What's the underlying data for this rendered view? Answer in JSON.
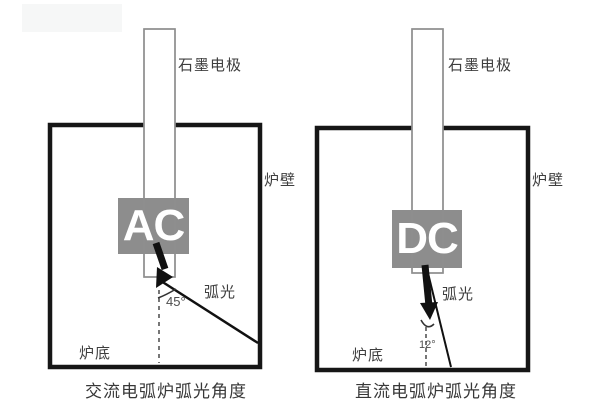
{
  "page": {
    "background": "#ffffff",
    "description": "Comparison diagram of arc angles in AC vs DC electric arc furnaces"
  },
  "colors": {
    "furnace_border": "#161616",
    "electrode_outline": "#8f8f8f",
    "badge_fill": "#8d8d8d",
    "badge_text": "#ffffff",
    "arc_stroke": "#111111",
    "dashed_line": "#555555",
    "text": "#3e3e3e"
  },
  "diagrams": [
    {
      "id": "ac-furnace",
      "current_label": "AC",
      "electrode_label": "石墨电极",
      "wall_label": "炉壁",
      "bottom_label": "炉底",
      "arc_label": "弧光",
      "angle_value": "45°",
      "caption": "交流电弧炉弧光角度"
    },
    {
      "id": "dc-furnace",
      "current_label": "DC",
      "electrode_label": "石墨电极",
      "wall_label": "炉壁",
      "bottom_label": "炉底",
      "arc_label": "弧光",
      "angle_value": "12°",
      "caption": "直流电弧炉弧光角度"
    }
  ]
}
